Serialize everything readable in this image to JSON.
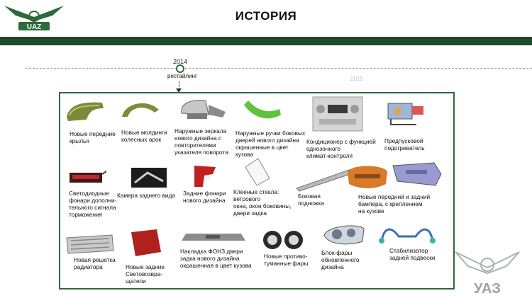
{
  "header": {
    "title": "ИСТОРИЯ",
    "logo_text": "UAZ"
  },
  "colors": {
    "brand_green": "#1d4a2a",
    "frame_green": "#2d6a3a"
  },
  "timeline": {
    "year_main": "2014",
    "year_next": "2015",
    "marker_label": "рестайлинг"
  },
  "items": [
    {
      "label": "Новые передние\nкрылья"
    },
    {
      "label": "Новые молдинги\nколесных арок"
    },
    {
      "label": "Наружные зеркала\nнового дизайна с\nповторителями\nуказателя поворота"
    },
    {
      "label": "Наружные ручки боковых\nдверей нового дизайна\nокрашенные в цвет\nкузова"
    },
    {
      "label": "Кондиционер с функцией\nоднозонного\nклимат-контроля"
    },
    {
      "label": "Предпусковой\nподогреватель"
    },
    {
      "label": "Светодиодные\nфонари дополни-\nтельного сигнала\nторможения"
    },
    {
      "label": "Камера заднего вида"
    },
    {
      "label": "Задние фонари\nнового дизайна"
    },
    {
      "label": "Клееные стекла:\nветрового\nокна, окон боковины,\nдвери задка"
    },
    {
      "label": "Боковая\nподножка"
    },
    {
      "label": "Новые передний и задний\nбампера, с креплением\nна кузове"
    },
    {
      "label": "Новая решетка\nрадиатора"
    },
    {
      "label": "Новые задние\nСветовозвра-\nщатели"
    },
    {
      "label": "Накладка ФОНЗ двери\nзадка нового дизайна\nокрашенная в цвет кузова"
    },
    {
      "label": "Новые противо-\nтуманные фары"
    },
    {
      "label": "Блок-фары\nобновленного\nдизайна"
    },
    {
      "label": "Стабилизатор\nзадней подвески"
    }
  ],
  "watermark": {
    "text": "УАЗ"
  }
}
